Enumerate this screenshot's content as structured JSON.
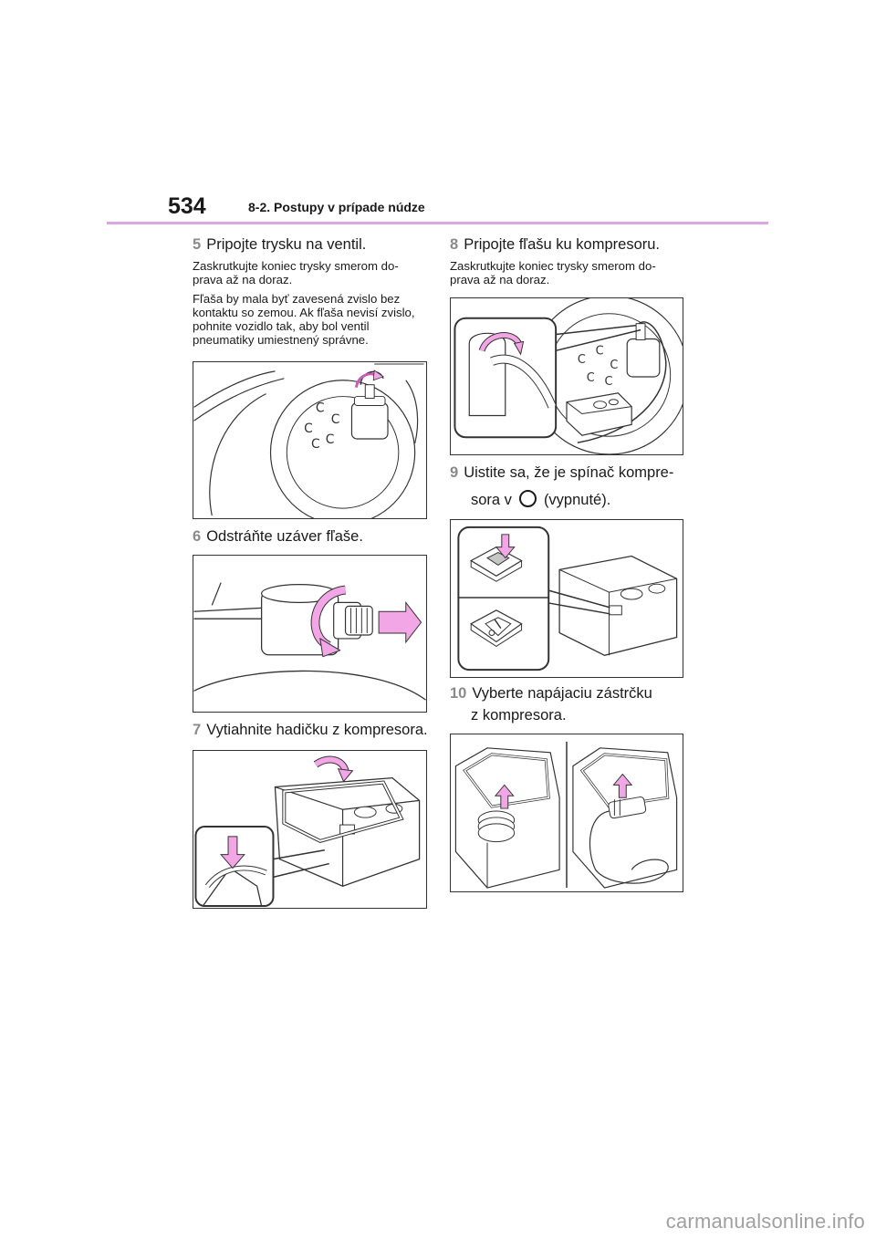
{
  "header": {
    "page_number": "534",
    "section_title": "8-2. Postupy v prípade núdze"
  },
  "left_column": {
    "step5": {
      "number": "5",
      "text": "Pripojte trysku na ventil.",
      "note1": "Zaskrutkujte koniec trysky smerom do-prava až na doraz.",
      "note2": "Fľaša by mala byť zavesená zvislo bez kontaktu so zemou. Ak fľaša nevisí zvislo, pohnite vozidlo tak, aby bol ventil pneumatiky umiestnený správne."
    },
    "step6": {
      "number": "6",
      "text": "Odstráňte uzáver fľaše."
    },
    "step7": {
      "number": "7",
      "text": "Vytiahnite hadičku z kompresora."
    }
  },
  "right_column": {
    "step8": {
      "number": "8",
      "text": "Pripojte fľašu ku kompresoru.",
      "note1": "Zaskrutkujte koniec trysky smerom do-prava až na doraz."
    },
    "step9": {
      "number": "9",
      "text_line1": "Uistite sa, že je spínač kompre-",
      "text_before_icon": "sora v",
      "text_after_icon": "(vypnuté)."
    },
    "step10": {
      "number": "10",
      "text_line1": "Vyberte napájaciu zástrčku",
      "text_line2": "z kompresora."
    }
  },
  "icons": {
    "off_switch": "off-circle-icon",
    "arrow": "pink-arrow-icon"
  },
  "colors": {
    "accent_rule": "#d9a8e0",
    "arrow_fill": "#f2a6e6",
    "step_number": "#8a8a8a"
  },
  "watermark": "carmanualsonline.info"
}
